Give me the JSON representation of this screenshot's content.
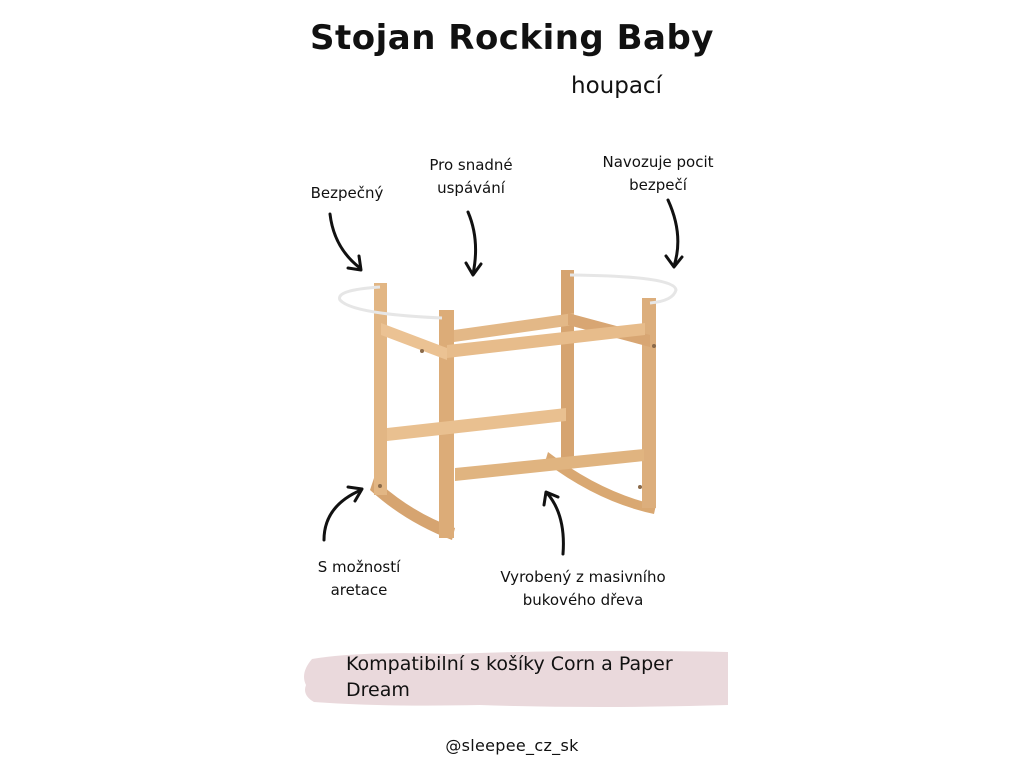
{
  "title": "Stojan Rocking Baby",
  "subtitle": "houpací",
  "features": {
    "safe": "Bezpečný",
    "easy_sleep": "Pro snadné\nuspávání",
    "security_feeling": "Navozuje pocit\nbezpečí",
    "lock_option": "S možností\naretace",
    "solid_wood": "Vyrobený z masivního\nbukového dřeva"
  },
  "banner": {
    "text": "Kompatibilní s košíky Corn a Paper Dream",
    "color": "#ead9dc"
  },
  "handle": "@sleepee_cz_sk",
  "colors": {
    "wood": "#dcae7c",
    "wood_dark": "#c9955f",
    "wood_light": "#ecc69a",
    "rail": "#e6e6e6",
    "text": "#111111"
  }
}
